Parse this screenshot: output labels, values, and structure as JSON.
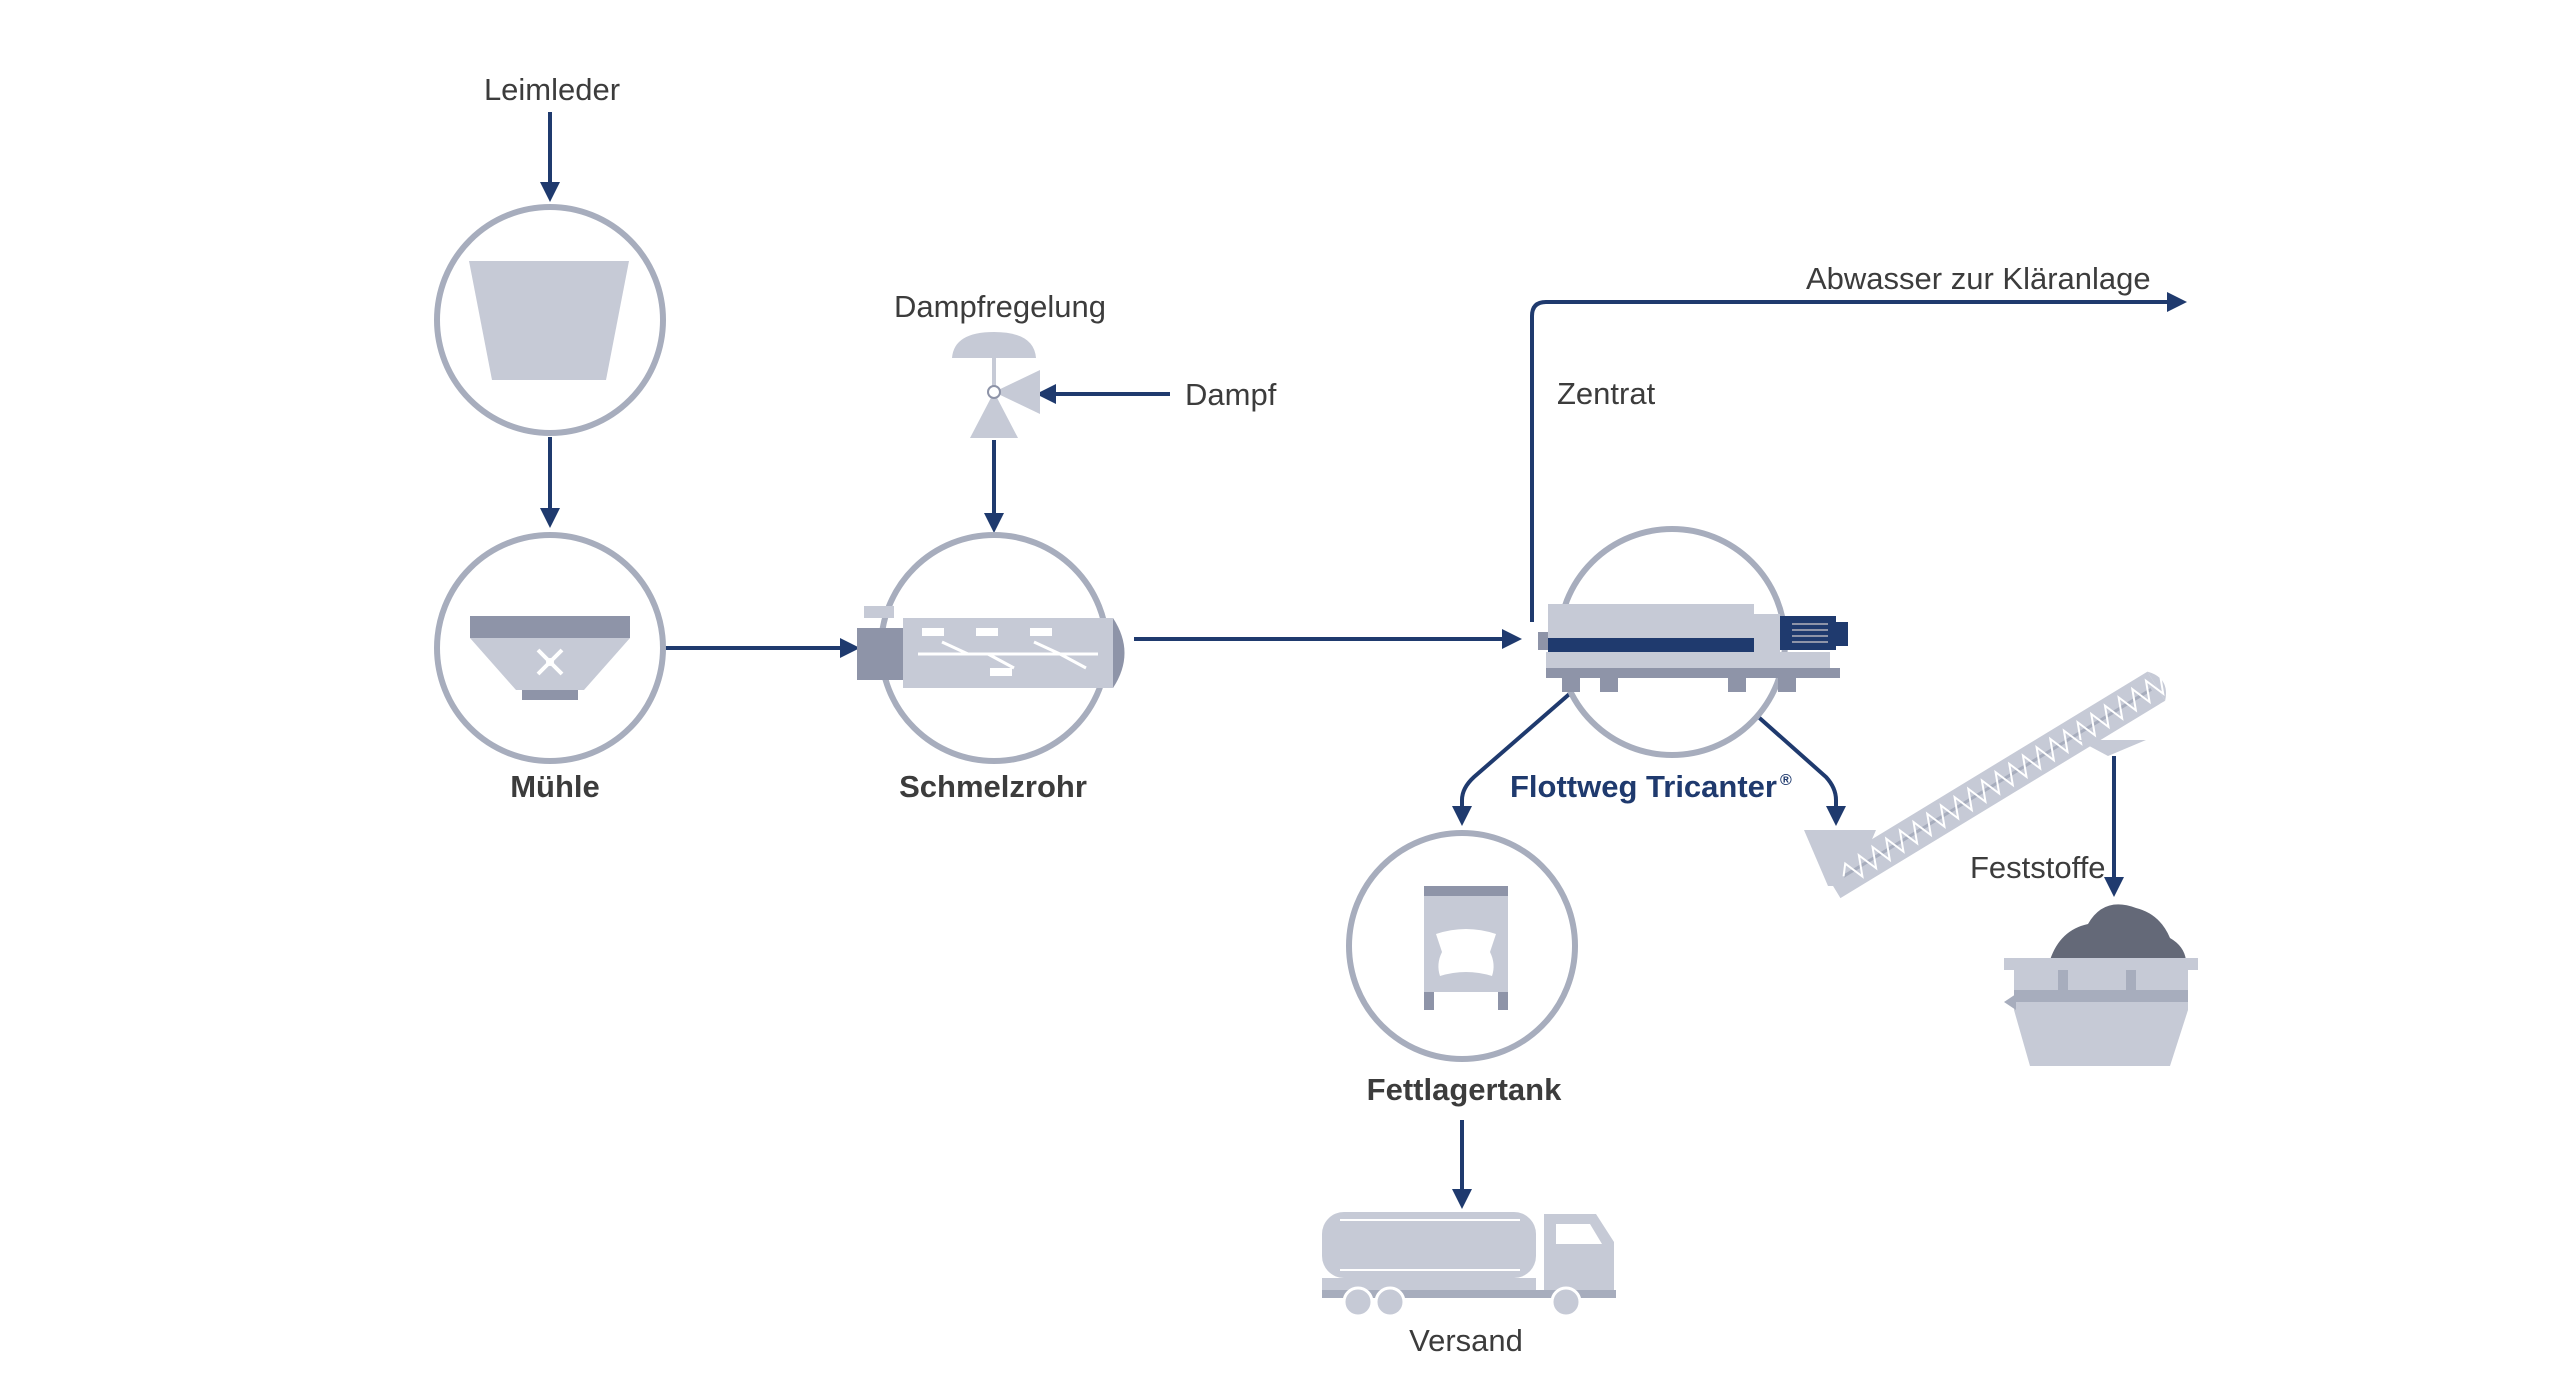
{
  "colors": {
    "flow": "#1f3a6e",
    "equipment": "#c6cad6",
    "equipment_dark": "#8e94a8",
    "ring": "#a7adbd",
    "solids": "#646978",
    "brand": "#1f3a6e",
    "text": "#3c3c3c"
  },
  "labels": {
    "input": "Leimleder",
    "mill": "Mühle",
    "steam_control": "Dampfregelung",
    "steam": "Dampf",
    "melt_tube": "Schmelzrohr",
    "wastewater": "Abwasser zur Kläranlage",
    "centrate": "Zentrat",
    "tricanter": "Flottweg Tricanter",
    "tricanter_mark": "®",
    "solids": "Feststoffe",
    "fat_tank": "Fettlagertank",
    "shipping": "Versand"
  },
  "icons": {
    "hopper": "hopper-icon",
    "mill": "mill-icon",
    "valve": "control-valve-icon",
    "melt_tube": "melt-tube-icon",
    "tricanter": "tricanter-centrifuge-icon",
    "screw_conveyor": "screw-conveyor-icon",
    "container": "skip-container-icon",
    "tank": "storage-tank-icon",
    "truck": "tanker-truck-icon"
  }
}
